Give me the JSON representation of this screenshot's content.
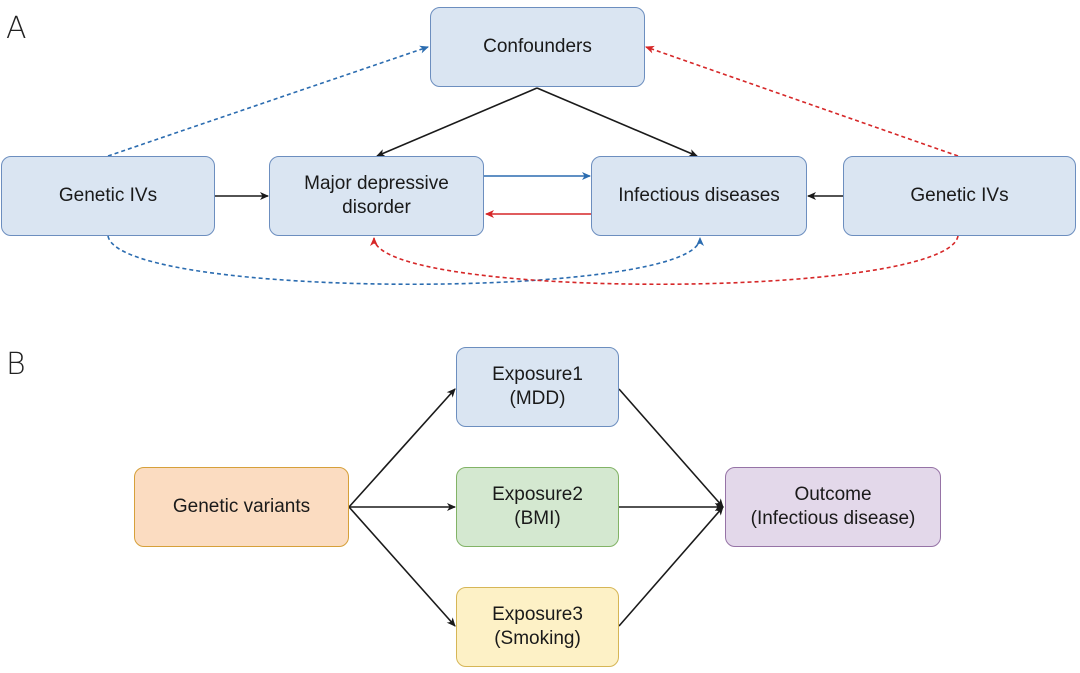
{
  "panels": {
    "a": {
      "label": "A",
      "nodes": {
        "confounders": "Confounders",
        "ivs_left": "Genetic IVs",
        "mdd": "Major depressive\ndisorder",
        "infectious": "Infectious diseases",
        "ivs_right": "Genetic IVs"
      }
    },
    "b": {
      "label": "B",
      "nodes": {
        "variants": "Genetic variants",
        "exp1": "Exposure1\n(MDD)",
        "exp2": "Exposure2\n(BMI)",
        "exp3": "Exposure3\n(Smoking)",
        "outcome": "Outcome\n(Infectious disease)"
      }
    }
  },
  "colors": {
    "blue_box_fill": "#dae5f2",
    "blue_box_border": "#6c8ebf",
    "orange_box_fill": "#fbdcc1",
    "orange_box_border": "#d6a03a",
    "green_box_fill": "#d4e8d0",
    "green_box_border": "#82b366",
    "yellow_box_fill": "#fdf1c6",
    "yellow_box_border": "#d6b656",
    "purple_box_fill": "#e3d8ea",
    "purple_box_border": "#9673a6",
    "arrow_black": "#1a1a1a",
    "arrow_blue": "#2b6cb0",
    "arrow_red": "#d62728"
  }
}
